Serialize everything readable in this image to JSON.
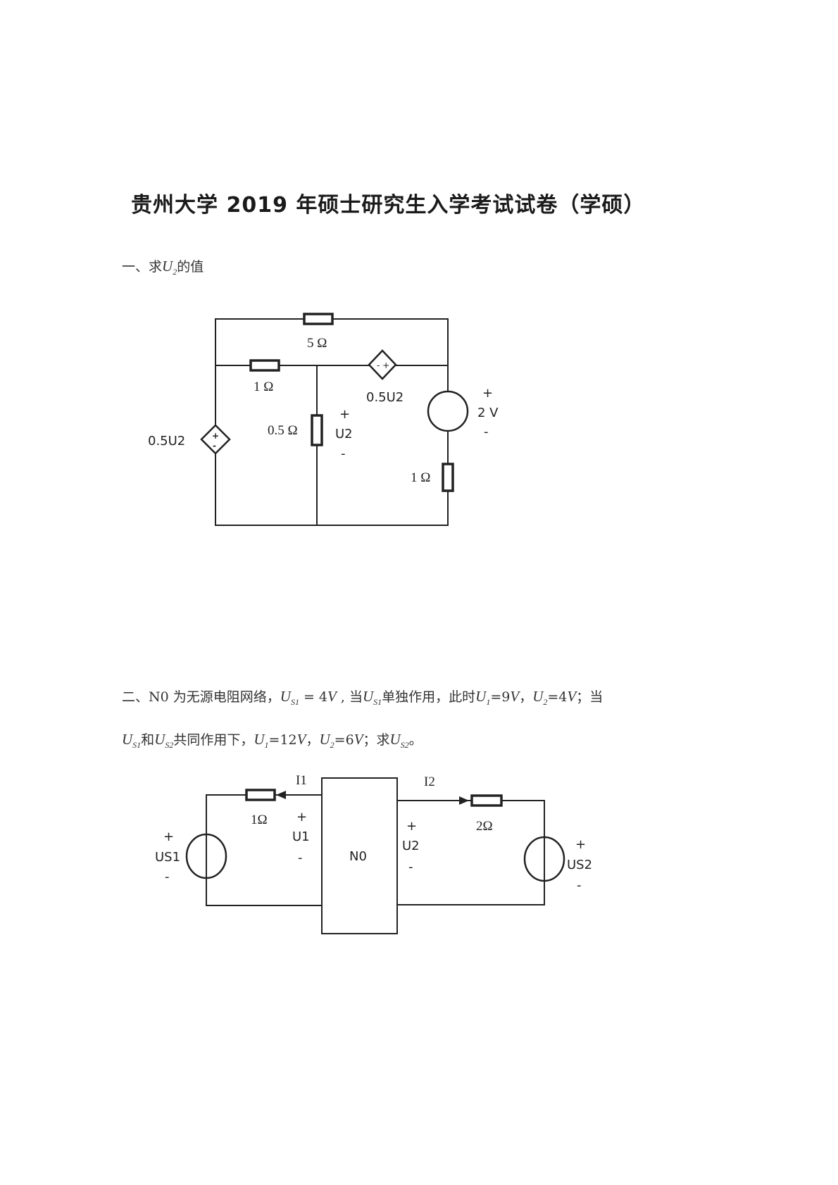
{
  "title": "贵州大学 2019 年硕士研究生入学考试试卷（学硕）",
  "q1": {
    "segments": [
      {
        "t": "一、求"
      },
      {
        "t": "U",
        "i": true,
        "sub": "2"
      },
      {
        "t": "的值"
      }
    ],
    "circuit": {
      "r_top": "5 Ω",
      "r_mid": "1 Ω",
      "r_center": "0.5 Ω",
      "u2_plus": "+",
      "u2_label": "U2",
      "u2_minus": "-",
      "dep_source_top": "0.5U2",
      "dep_source_left": "0.5U2",
      "vsrc_plus": "+",
      "vsrc_label": "2 V",
      "vsrc_minus": "-",
      "r_right": "1 Ω"
    }
  },
  "q2": {
    "line1": [
      {
        "t": "二、N0 为无源电阻网络，"
      },
      {
        "t": "U",
        "i": true,
        "sub": "S1"
      },
      {
        "t": " = 4"
      },
      {
        "t": "V",
        "i": true
      },
      {
        "t": " , 当"
      },
      {
        "t": "U",
        "i": true,
        "sub": "S1"
      },
      {
        "t": "单独作用，此时"
      },
      {
        "t": "U",
        "i": true,
        "sub": "1"
      },
      {
        "t": "=9"
      },
      {
        "t": "V",
        "i": true
      },
      {
        "t": "，"
      },
      {
        "t": "U",
        "i": true,
        "sub": "2"
      },
      {
        "t": "=4"
      },
      {
        "t": "V",
        "i": true
      },
      {
        "t": "；当"
      }
    ],
    "line2": [
      {
        "t": "U",
        "i": true,
        "sub": "S1"
      },
      {
        "t": "和"
      },
      {
        "t": "U",
        "i": true,
        "sub": "S2"
      },
      {
        "t": "共同作用下，"
      },
      {
        "t": "U",
        "i": true,
        "sub": "1"
      },
      {
        "t": "=12"
      },
      {
        "t": "V",
        "i": true
      },
      {
        "t": "，"
      },
      {
        "t": "U",
        "i": true,
        "sub": "2"
      },
      {
        "t": "=6"
      },
      {
        "t": "V",
        "i": true
      },
      {
        "t": "；求"
      },
      {
        "t": "U",
        "i": true,
        "sub": "S2"
      },
      {
        "t": "。"
      }
    ],
    "circuit": {
      "i1": "I1",
      "i2": "I2",
      "r1": "1Ω",
      "r2": "2Ω",
      "u1_plus": "+",
      "u1_label": "U1",
      "u1_minus": "-",
      "u2_plus": "+",
      "u2_label": "U2",
      "u2_minus": "-",
      "network": "N0",
      "us1_plus": "+",
      "us1_label": "US1",
      "us1_minus": "-",
      "us2_plus": "+",
      "us2_label": "US2",
      "us2_minus": "-"
    }
  }
}
